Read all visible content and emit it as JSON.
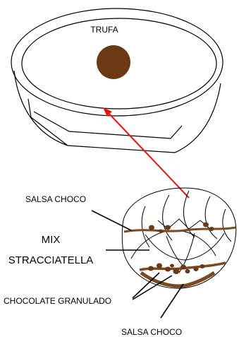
{
  "labels": {
    "trufa": "TRUFA",
    "salsa_choco_top": "SALSA CHOCO",
    "mix_line1": "MIX",
    "mix_line2": "STRACCIATELLA",
    "chocolate_granulado": "CHOCOLATE GRANULADO",
    "salsa_choco_bottom": "SALSA CHOCO"
  },
  "colors": {
    "chocolate": "#6b3a14",
    "sauce": "#7b4a22",
    "arrow": "#ee1111",
    "outline": "#000000"
  }
}
